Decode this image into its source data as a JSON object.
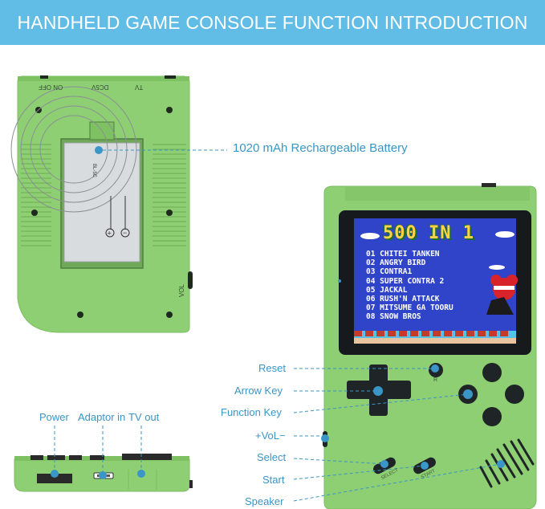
{
  "header": {
    "title": "HANDHELD GAME CONSOLE FUNCTION INTRODUCTION"
  },
  "back_panel": {
    "top_labels": [
      "ON OFF",
      "DC5V",
      "TV"
    ],
    "vol_label": "VOL",
    "battery_callout": "1020 mAh Rechargeable Battery",
    "battery_text": "BL-5C"
  },
  "bottom_view": {
    "labels": [
      "Power",
      "Adaptor in",
      "TV out"
    ]
  },
  "front_callouts": [
    "Reset",
    "Arrow Key",
    "Function Key",
    "+VoL−",
    "Select",
    "Start",
    "Speaker"
  ],
  "screen": {
    "title": "500 IN 1",
    "games": [
      "01 CHITEI TANKEN",
      "02 ANGRY BIRD",
      "03 CONTRA1",
      "04 SUPER CONTRA 2",
      "05 JACKAL",
      "06 RUSH'N ATTACK",
      "07 MITSUME GA TOORU",
      "08 SNOW BROS"
    ]
  },
  "button_labels": {
    "reset": "R",
    "select": "SELECT",
    "start": "START"
  },
  "colors": {
    "banner": "#62bde6",
    "accent": "#3a96c6",
    "console_green": "#8fcf73",
    "screen_blue": "#2f44c8"
  }
}
